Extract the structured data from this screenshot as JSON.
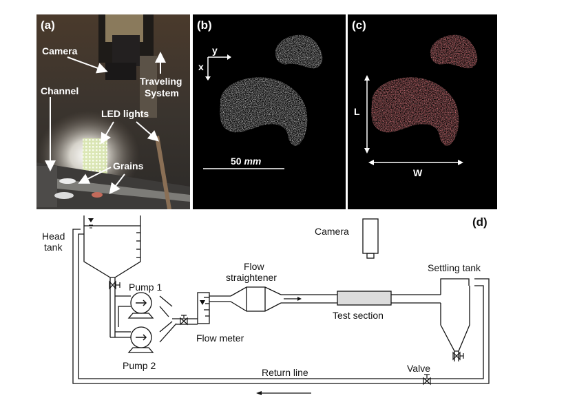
{
  "panel_a": {
    "label": "(a)",
    "camera": "Camera",
    "traveling_line1": "Traveling",
    "traveling_line2": "System",
    "channel": "Channel",
    "led": "LED lights",
    "grains": "Grains"
  },
  "panel_b": {
    "label": "(b)",
    "axis_y": "y",
    "axis_x": "x",
    "scale_value": "50",
    "scale_unit": "mm"
  },
  "panel_c": {
    "label": "(c)",
    "length": "L",
    "width": "W"
  },
  "panel_d": {
    "label": "(d)",
    "head_tank_line1": "Head",
    "head_tank_line2": "tank",
    "camera": "Camera",
    "pump1": "Pump 1",
    "pump2": "Pump 2",
    "flow_straightener_line1": "Flow",
    "flow_straightener_line2": "straightener",
    "flow_meter": "Flow meter",
    "test_section": "Test section",
    "settling_tank": "Settling tank",
    "valve": "Valve",
    "return_line": "Return line"
  }
}
